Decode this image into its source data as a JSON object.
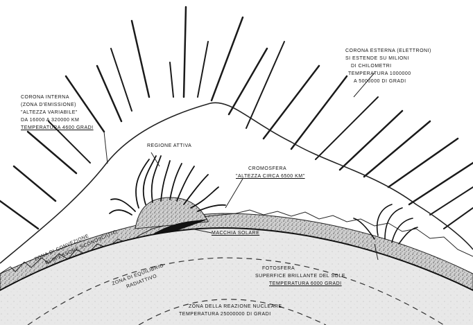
{
  "labels": {
    "corona_interna": {
      "line1": "CORONA INTERNA",
      "line2": "(ZONA D'EMISSIONE)",
      "line3": "\"ALTEZZA VARIABILE\"",
      "line4": "DA 16000 A 320000 Km",
      "line5": "TEMPERATURA 4600 GRADI"
    },
    "corona_esterna": {
      "line1": "CORONA ESTERNA (ELETTRONI)",
      "line2": "SI ESTENDE SU MILIONI",
      "line3": "DI CHILOMETRI",
      "line4": "TEMPERATURA 1000000",
      "line5": "A 5000000 DI GRADI"
    },
    "regione_attiva": "REGIONE ATTIVA",
    "cromosfera": {
      "line1": "CROMOSFERA",
      "line2": "\"ALTEZZA CIRCA 6500 Km\""
    },
    "macchia_solare": "MACCHIA SOLARE",
    "zona_convezione": {
      "line1": "ZONA DI CONVEZIONE",
      "line2": "DI SPESSORE SCONOSCIUTO"
    },
    "zona_equilibrio": {
      "line1": "ZONA DI EQUILIBRIO",
      "line2": "RADIATTIVO"
    },
    "fotosfera": {
      "line1": "FOTOSFERA",
      "line2": "SUPERFICE BRILLANTE DEL SOLE",
      "line3": "TEMPERATURA 6000 GRADI"
    },
    "zona_reazione": {
      "line1": "ZONA DELLA REAZIONE NUCLEARE",
      "line2": "TEMPERATURA 25000000 DI GRADI"
    }
  }
}
